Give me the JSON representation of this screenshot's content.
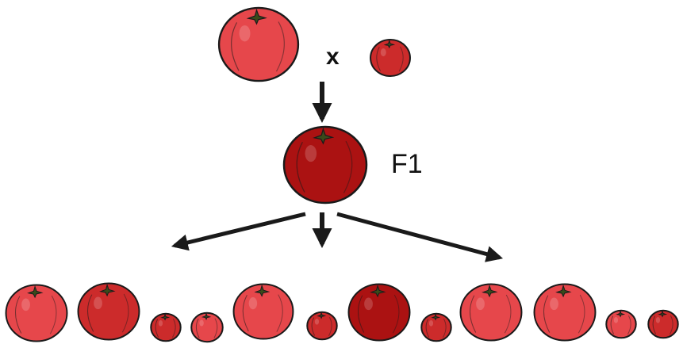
{
  "labels": {
    "cross": "x",
    "f1": "F1"
  },
  "colors": {
    "outline": "#1a1a1a",
    "light": "#e6474b",
    "medium": "#cc2b2b",
    "dark": "#ab1212",
    "stem": "#3a4a1a"
  },
  "parents": [
    {
      "id": "parent-large",
      "shade": "light"
    },
    {
      "id": "parent-small",
      "shade": "medium"
    }
  ],
  "f1": {
    "shade": "dark"
  },
  "f2": [
    "light",
    "medium",
    "medium",
    "light",
    "light",
    "medium",
    "dark",
    "medium",
    "light",
    "light",
    "light",
    "medium"
  ]
}
